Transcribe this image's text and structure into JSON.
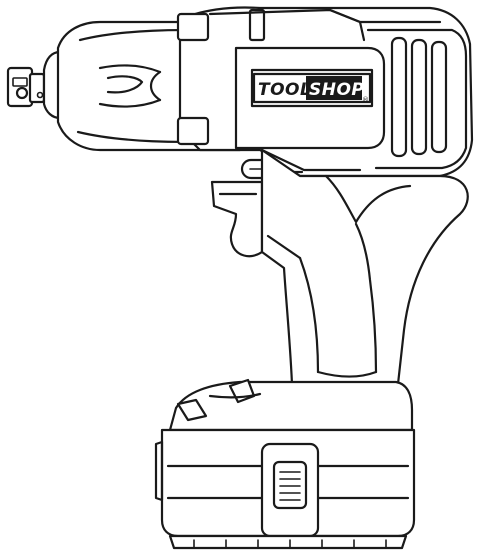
{
  "illustration": {
    "subject": "cordless-impact-wrench",
    "logo": {
      "word1": "TOOL",
      "word2": "SHOP",
      "trademark": "®"
    },
    "colors": {
      "line": "#1a1a1a",
      "background": "#ffffff"
    }
  }
}
